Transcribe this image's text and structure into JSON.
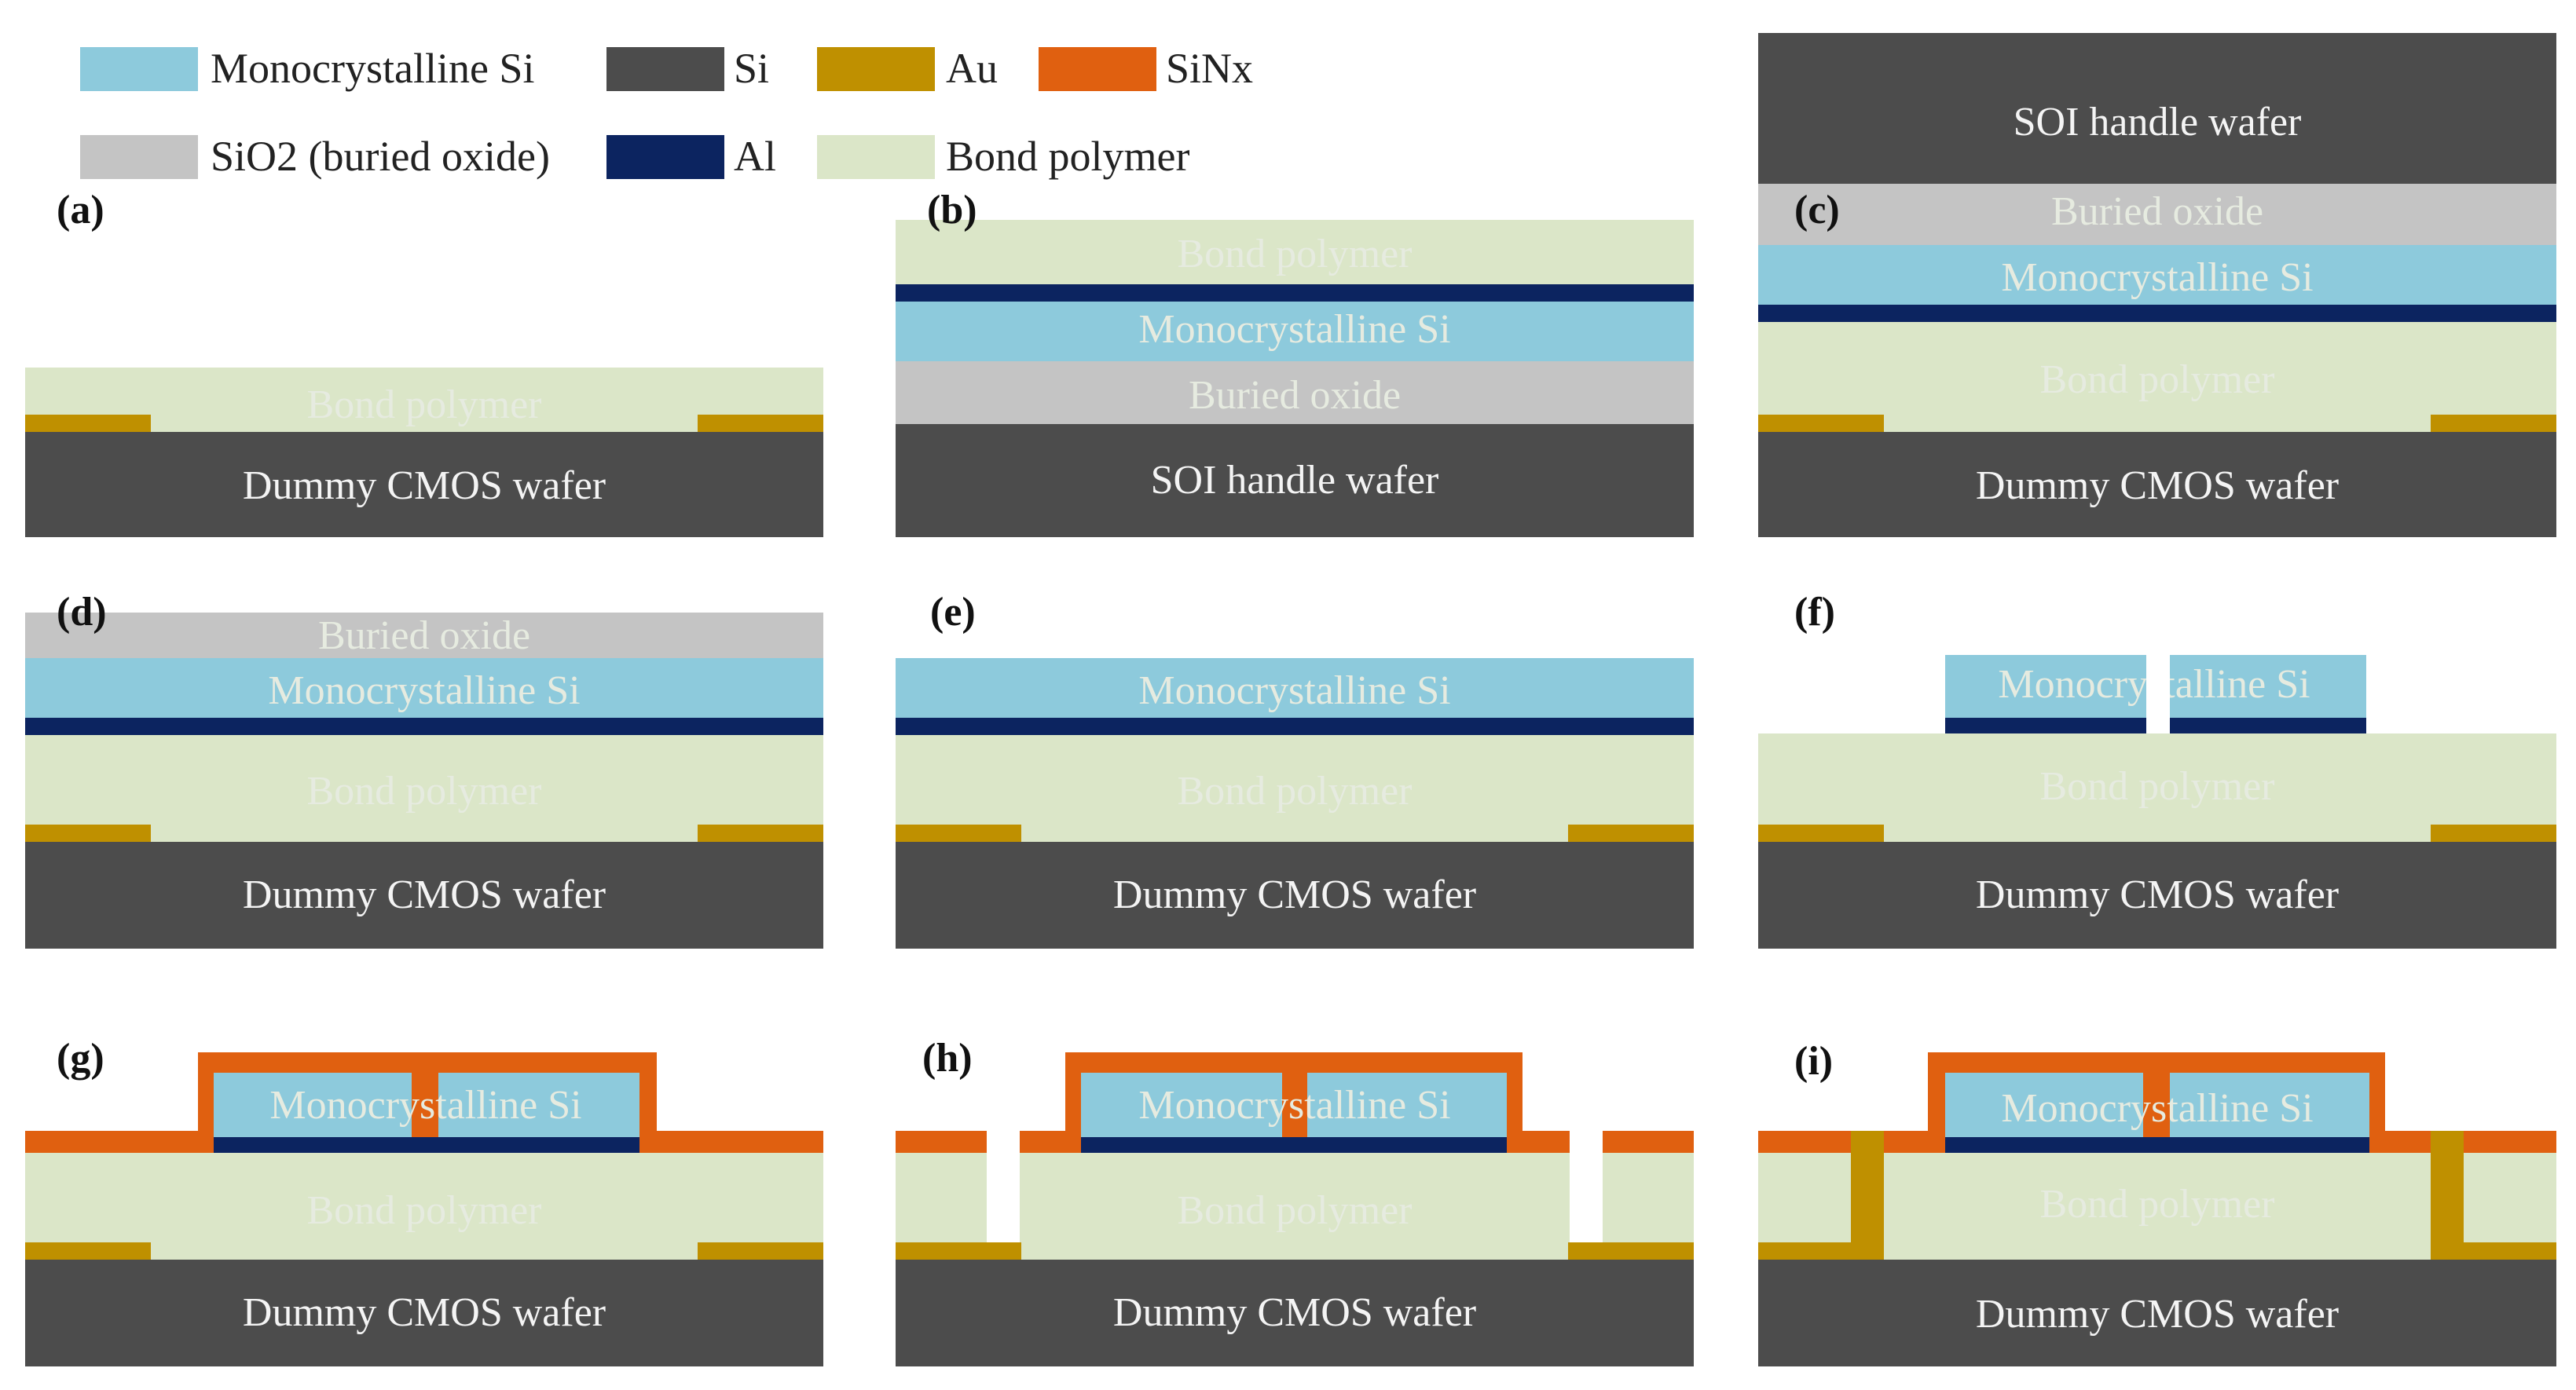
{
  "legend": [
    {
      "key": "mono",
      "label": "Monocrystalline Si"
    },
    {
      "key": "si",
      "label": "Si"
    },
    {
      "key": "au",
      "label": "Au"
    },
    {
      "key": "sinx",
      "label": "SiNx"
    },
    {
      "key": "sio2",
      "label": "SiO2 (buried oxide)"
    },
    {
      "key": "al",
      "label": "Al"
    },
    {
      "key": "polymer",
      "label": "Bond polymer"
    }
  ],
  "colors": {
    "mono": "#8dcadc",
    "si": "#4c4c4c",
    "au": "#bf9000",
    "sinx": "#e06010",
    "sio2": "#c4c4c4",
    "al": "#0c2460",
    "polymer": "#dbe6c8"
  },
  "panels": {
    "a": {
      "label": "(a)",
      "polymer": "Bond polymer",
      "wafer": "Dummy CMOS wafer"
    },
    "b": {
      "label": "(b)",
      "polymer": "Bond polymer",
      "mono": "Monocrystalline Si",
      "oxide": "Buried oxide",
      "handle": "SOI handle wafer"
    },
    "c": {
      "label": "(c)",
      "handle": "SOI handle wafer",
      "oxide": "Buried oxide",
      "mono": "Monocrystalline Si",
      "polymer": "Bond polymer",
      "wafer": "Dummy CMOS wafer"
    },
    "d": {
      "label": "(d)",
      "oxide": "Buried oxide",
      "mono": "Monocrystalline Si",
      "polymer": "Bond polymer",
      "wafer": "Dummy CMOS wafer"
    },
    "e": {
      "label": "(e)",
      "mono": "Monocrystalline Si",
      "polymer": "Bond polymer",
      "wafer": "Dummy CMOS wafer"
    },
    "f": {
      "label": "(f)",
      "mono": "Monocrystalline Si",
      "polymer": "Bond polymer",
      "wafer": "Dummy CMOS wafer"
    },
    "g": {
      "label": "(g)",
      "mono": "Monocrystalline Si",
      "polymer": "Bond polymer",
      "wafer": "Dummy CMOS wafer"
    },
    "h": {
      "label": "(h)",
      "mono": "Monocrystalline Si",
      "polymer": "Bond polymer",
      "wafer": "Dummy CMOS wafer"
    },
    "i": {
      "label": "(i)",
      "mono": "Monocrystalline Si",
      "polymer": "Bond polymer",
      "wafer": "Dummy CMOS wafer"
    }
  }
}
